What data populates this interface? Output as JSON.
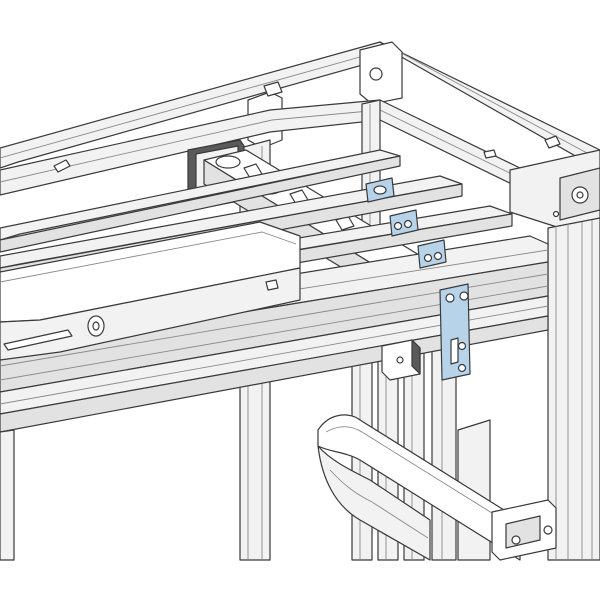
{
  "figure": {
    "subject": "enclosure-frame-with-busbar-system",
    "colors": {
      "background": "#ffffff",
      "line": "#3a3a3a",
      "light_line": "#8a8a8a",
      "fill_light": "#f2f2f2",
      "fill_mid": "#e2e2e2",
      "fill_dark": "#d0d0d0",
      "highlight_bracket": "#b7d3ea",
      "highlight_stroke": "#2f5f85",
      "dark_block": "#5a5a5a"
    },
    "parts": {
      "frame": "enclosure-frame",
      "busbar_support": "slotted-busbar-support",
      "busbar_rails": "profiled-busbar-rails",
      "connection_brackets": "blue-connection-brackets",
      "vertical_busbars": "vertical-busbars",
      "droppers": "curved-connector-droppers"
    },
    "highlight_bracket_count": 4
  }
}
